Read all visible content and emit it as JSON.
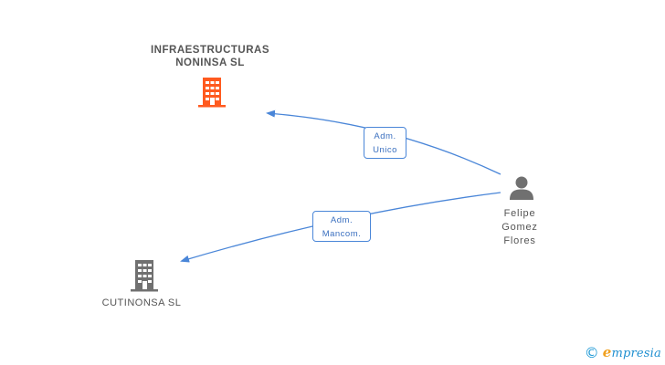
{
  "nodes": {
    "company_main": {
      "name_line1": "INFRAESTRUCTURAS",
      "name_line2": "NONINSA  SL",
      "icon": "building-icon",
      "color": "#ff5a1f"
    },
    "company_second": {
      "name": "CUTINONSA  SL",
      "icon": "building-icon",
      "color": "#707070"
    },
    "person": {
      "name_line1": "Felipe",
      "name_line2": "Gomez",
      "name_line3": "Flores",
      "icon": "person-icon",
      "color": "#707070"
    }
  },
  "edges": [
    {
      "from": "person",
      "to": "company_main",
      "label_line1": "Adm.",
      "label_line2": "Unico"
    },
    {
      "from": "person",
      "to": "company_second",
      "label_line1": "Adm.",
      "label_line2": "Mancom."
    }
  ],
  "colors": {
    "edge": "#4a86d8",
    "edge_label_text": "#3a6fbf"
  },
  "footer": {
    "copyright_symbol": "©",
    "brand_first_letter": "e",
    "brand_rest": "mpresia"
  }
}
